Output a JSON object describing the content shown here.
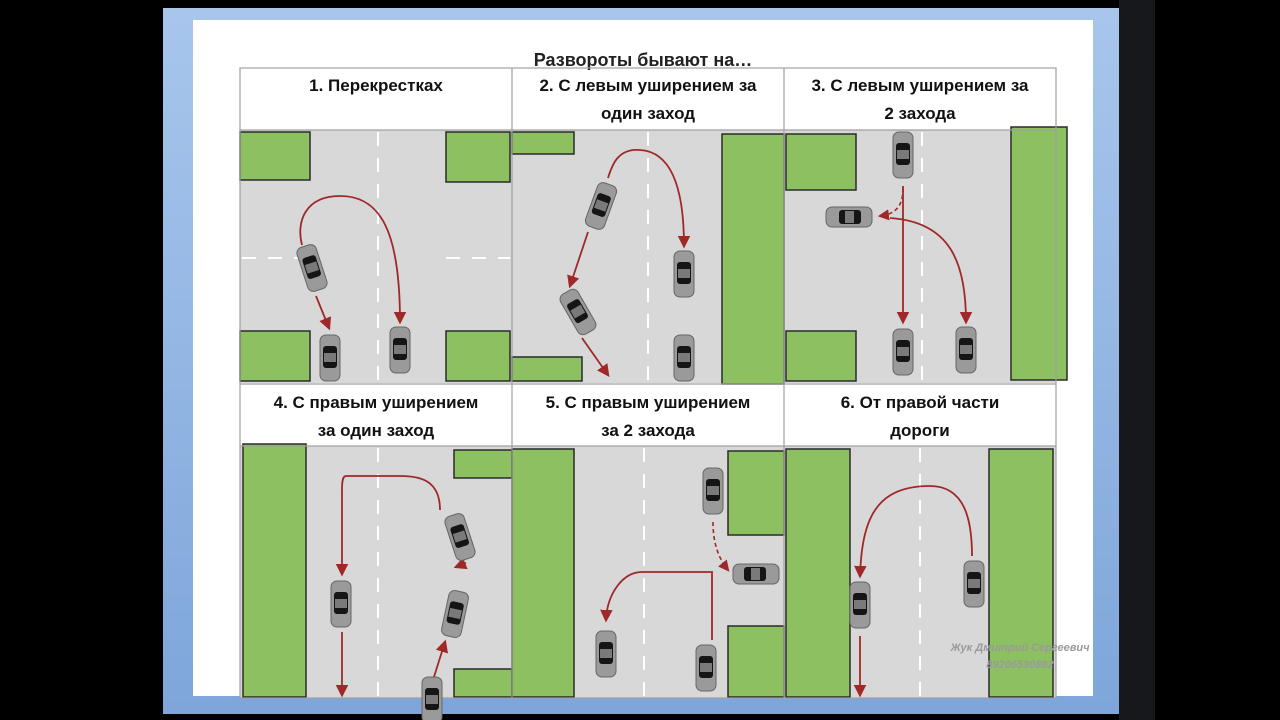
{
  "slide": {
    "title": "Развороты бывают на…",
    "panels": [
      {
        "caption_line1": "1.  Перекрестках",
        "caption_line2": ""
      },
      {
        "caption_line1": "2. С левым уширением за",
        "caption_line2": "один заход"
      },
      {
        "caption_line1": "3. С левым уширением за",
        "caption_line2": "2 захода"
      },
      {
        "caption_line1": "4. С правым уширением",
        "caption_line2": "за один заход"
      },
      {
        "caption_line1": "5. С правым уширением",
        "caption_line2": "за 2 захода"
      },
      {
        "caption_line1": "6. От правой части",
        "caption_line2": "дороги"
      }
    ]
  },
  "author": {
    "name": "Жук Дмитрий Сергеевич",
    "phone": "89206530882"
  },
  "colors": {
    "grass": "#8dc060",
    "road": "#d8d8d8",
    "path": "#a02828",
    "frame": "#94b8e6"
  }
}
